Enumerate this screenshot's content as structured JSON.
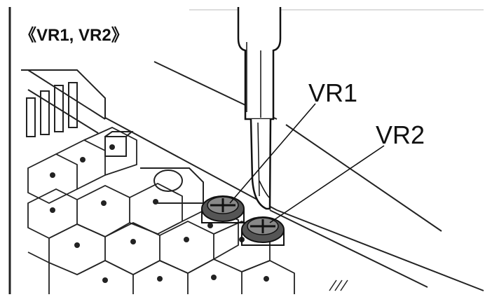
{
  "header": {
    "title": "《VR1, VR2》"
  },
  "labels": {
    "vr1": "VR1",
    "vr2": "VR2"
  }
}
